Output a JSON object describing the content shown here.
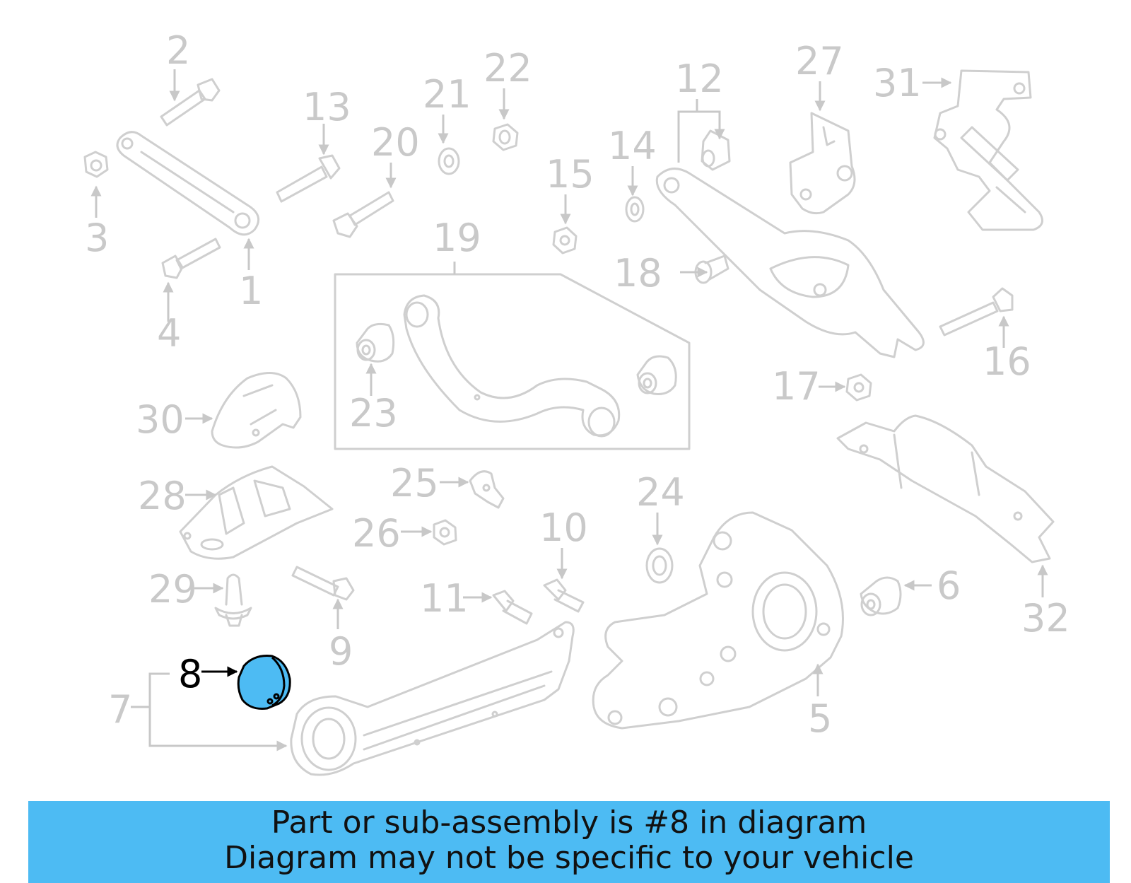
{
  "callouts": {
    "c1": "1",
    "c2": "2",
    "c3": "3",
    "c4": "4",
    "c5": "5",
    "c6": "6",
    "c7": "7",
    "c8": "8",
    "c9": "9",
    "c10": "10",
    "c11": "11",
    "c12": "12",
    "c13": "13",
    "c14": "14",
    "c15": "15",
    "c16": "16",
    "c17": "17",
    "c18": "18",
    "c19": "19",
    "c20": "20",
    "c21": "21",
    "c22": "22",
    "c23": "23",
    "c24": "24",
    "c25": "25",
    "c26": "26",
    "c27": "27",
    "c28": "28",
    "c29": "29",
    "c30": "30",
    "c31": "31",
    "c32": "32"
  },
  "highlighted_part": "8",
  "colors": {
    "highlight": "#4dbbf3",
    "linework": "#cfcfcf",
    "banner": "#4dbbf3"
  },
  "banner": {
    "line1": "Part or sub-assembly is #8 in diagram",
    "line2": "Diagram may not be specific to your vehicle"
  }
}
